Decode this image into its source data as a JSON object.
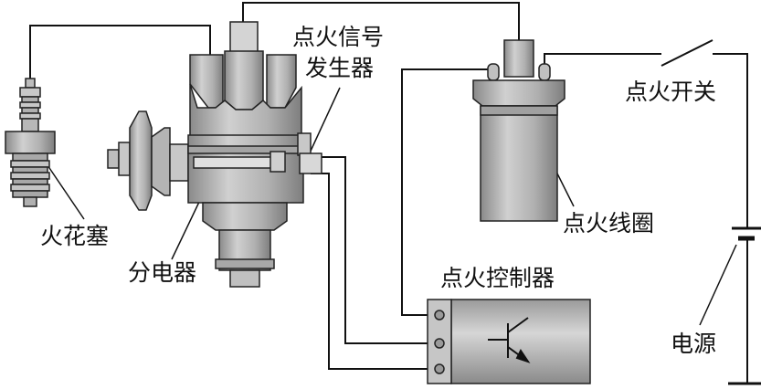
{
  "labels": {
    "ignition_signal_generator_line1": "点火信号",
    "ignition_signal_generator_line2": "发生器",
    "ignition_switch": "点火开关",
    "spark_plug": "火花塞",
    "distributor": "分电器",
    "ignition_coil": "点火线圈",
    "ignition_controller": "点火控制器",
    "power_source": "电源"
  },
  "colors": {
    "wire": "#111111",
    "metal_dark": "#8c8c8c",
    "metal_mid": "#b4b4b4",
    "metal_light": "#d4d4d4",
    "connector_dot": "#9a9a9a"
  }
}
